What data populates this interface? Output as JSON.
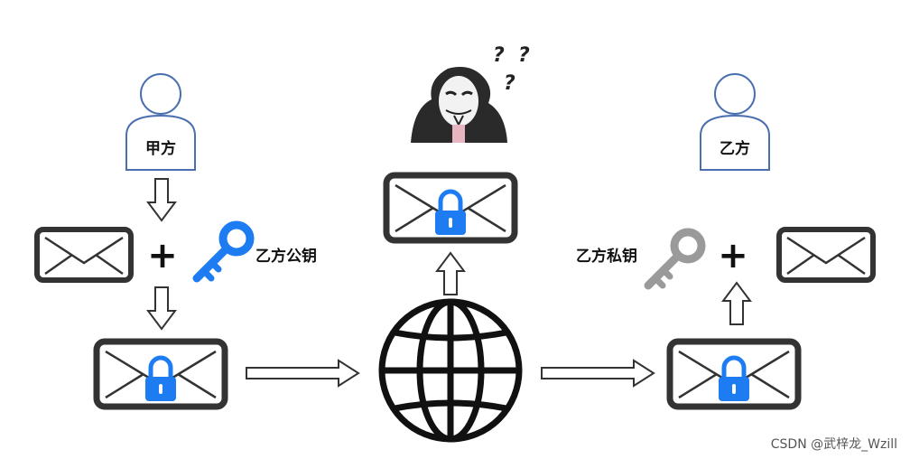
{
  "sender": {
    "label": "甲方"
  },
  "receiver": {
    "label": "乙方"
  },
  "public_key": {
    "label": "乙方公钥"
  },
  "private_key": {
    "label": "乙方私钥"
  },
  "operator": "+",
  "eavesdropper": {
    "question_marks": [
      "?",
      "?",
      "?"
    ]
  },
  "watermark": "CSDN @武梓龙_Wzill",
  "colors": {
    "lock": "#1e7cf2",
    "public_key": "#1e7cf2",
    "private_key": "#9a9a9a",
    "person_outline": "#4a6fb0",
    "envelope_frame": "#333333"
  }
}
